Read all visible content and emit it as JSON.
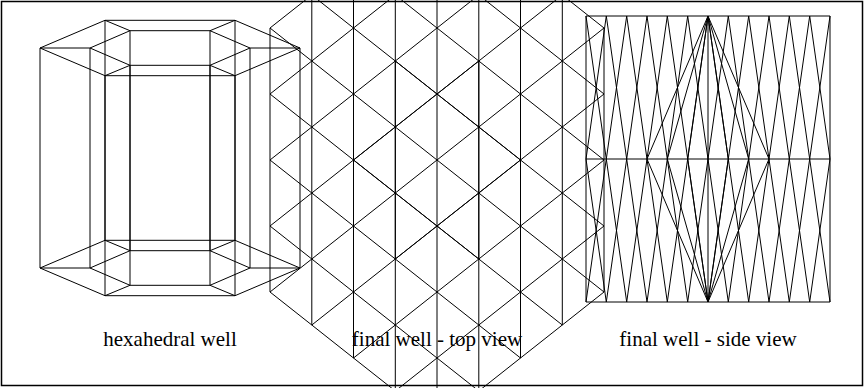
{
  "diagram": {
    "labels": [
      "hexahedral well",
      "final well - top view",
      "final well - side view"
    ]
  }
}
